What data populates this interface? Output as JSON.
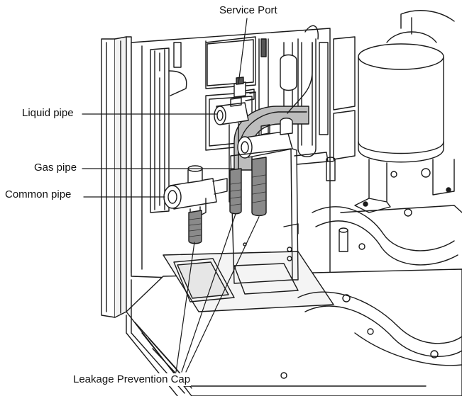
{
  "labels": {
    "service_port": "Service Port",
    "liquid_pipe": "Liquid pipe",
    "gas_pipe": "Gas pipe",
    "common_pipe": "Common pipe",
    "leakage_cap": "Leakage Prevention Cap"
  },
  "colors": {
    "line": "#1a1a1a",
    "pipe_fill": "#8a8a8a",
    "pipe_dark": "#555555",
    "surface": "#ffffff",
    "shade": "#d9d9d9"
  }
}
